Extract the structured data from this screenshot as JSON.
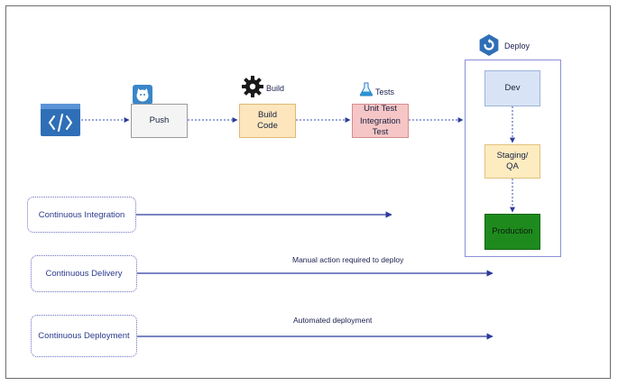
{
  "pipeline": {
    "push_label": "Push",
    "build_title": "Build",
    "build_box": [
      "Build",
      "Code"
    ],
    "tests_title": "Tests",
    "tests_box": [
      "Unit Test",
      "Integration",
      "Test"
    ],
    "deploy_title": "Deploy",
    "deploy_stages": {
      "dev": "Dev",
      "staging": [
        "Staging/",
        "QA"
      ],
      "production": "Production"
    }
  },
  "practices": [
    {
      "label": "Continuous Integration",
      "note": ""
    },
    {
      "label": "Continuous Delivery",
      "note": "Manual action required to deploy"
    },
    {
      "label": "Continuous Deployment",
      "note": "Automated deployment"
    }
  ],
  "icons": {
    "code": "code-icon",
    "github": "github-icon",
    "build": "gear-icon",
    "tests": "flask-icon",
    "deploy": "deploy-icon"
  },
  "colors": {
    "accent": "#2c3a9e",
    "code_icon": "#2f6fb7",
    "build_box": "#fde6bd",
    "test_box": "#f6c6c6",
    "dev_box": "#d8e4f6",
    "staging_box": "#fdecc0",
    "production_box": "#1e8a1e"
  }
}
